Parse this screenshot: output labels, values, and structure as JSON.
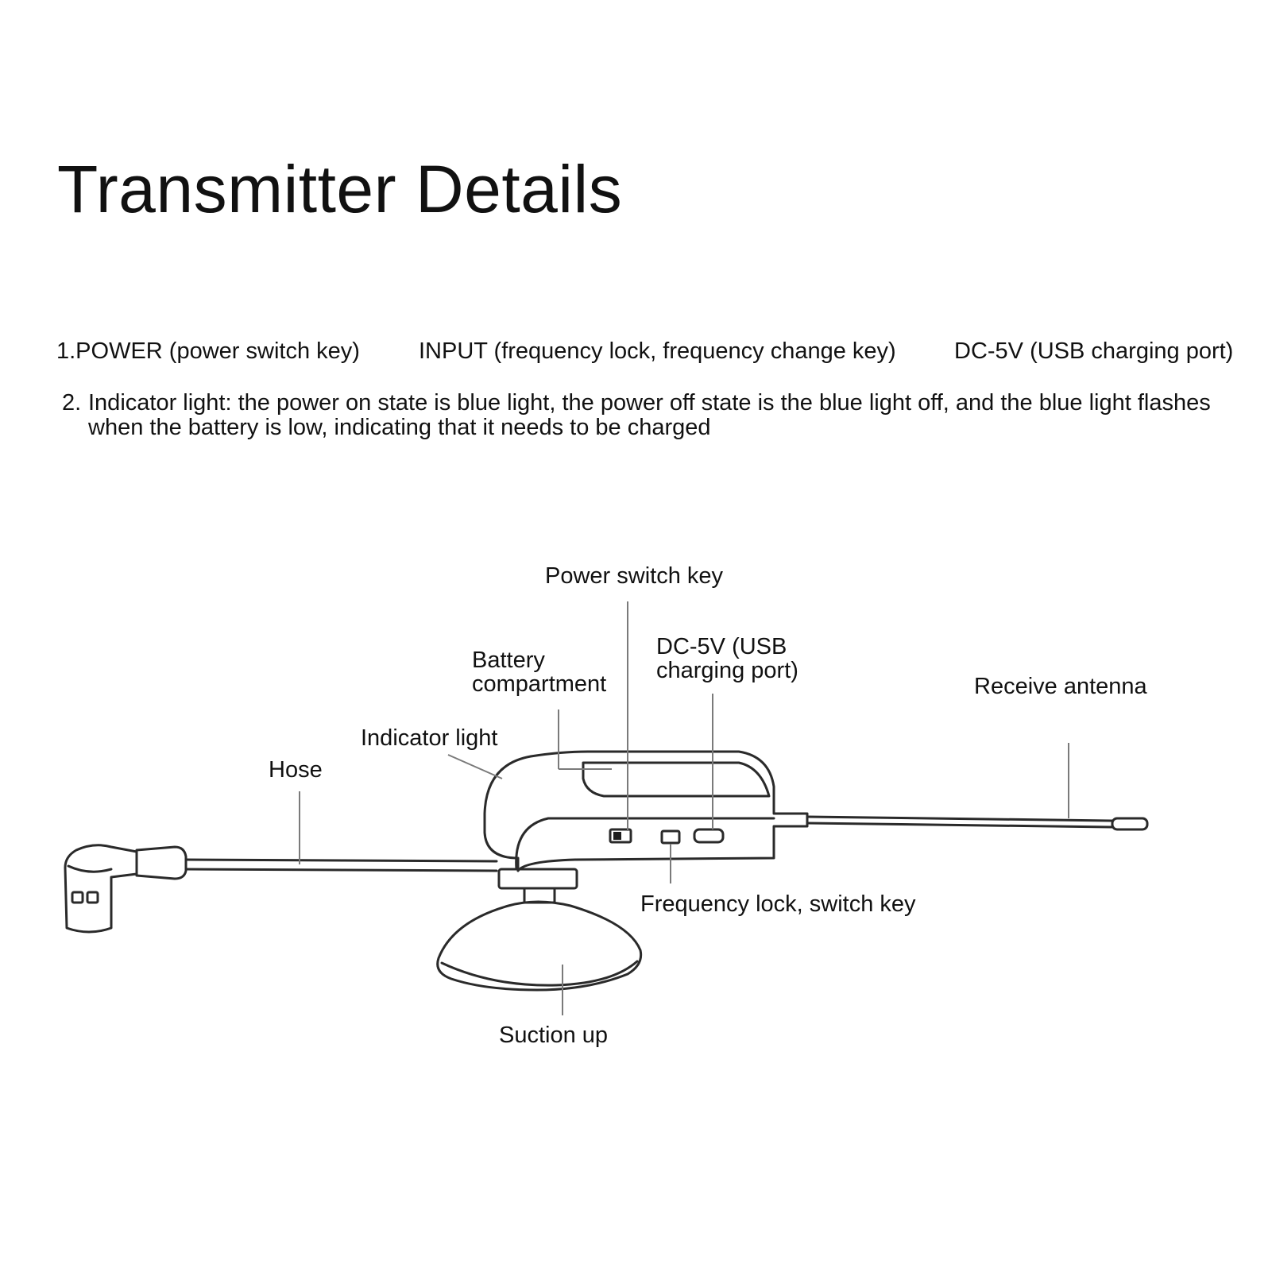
{
  "title": "Transmitter Details",
  "notes": {
    "power": "1.POWER (power switch key)",
    "input": "INPUT (frequency lock, frequency change key)",
    "dc": "DC-5V (USB charging port)",
    "indicator_number": "2.",
    "indicator_text": "Indicator light: the power on state is blue light, the power off state is the blue light off, and the blue light flashes when the battery is low, indicating that it needs to be charged"
  },
  "labels": {
    "power_switch": "Power switch key",
    "battery_line1": "Battery",
    "battery_line2": "compartment",
    "dc_line1": "DC-5V (USB",
    "dc_line2": "charging port)",
    "antenna": "Receive antenna",
    "indicator": "Indicator light",
    "hose": "Hose",
    "frequency": "Frequency lock, switch key",
    "suction": "Suction up"
  }
}
